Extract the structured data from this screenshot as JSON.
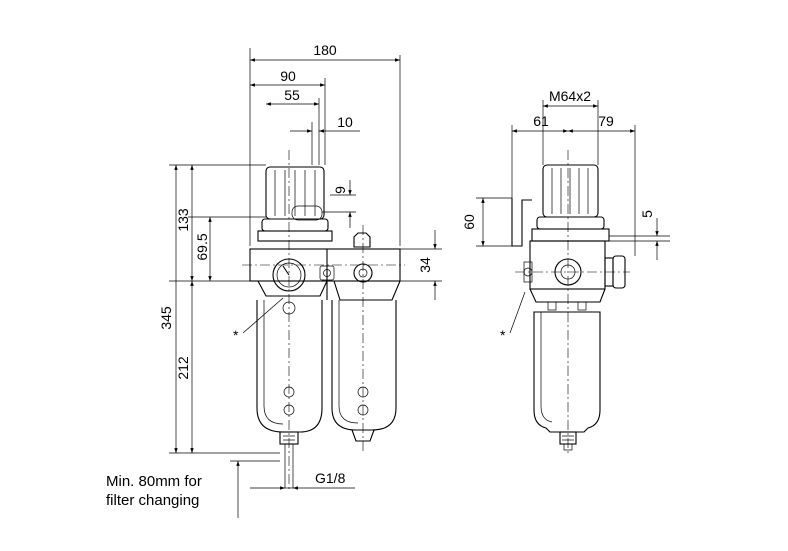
{
  "front_view": {
    "dim_width_overall": "180",
    "dim_width_regulator": "90",
    "dim_knob_offset": "55",
    "dim_gauge_offset": "10",
    "dim_height_top": "133",
    "dim_height_port": "69.5",
    "dim_height_total": "345",
    "dim_height_bowl": "212",
    "dim_knob_step": "9",
    "dim_block_height": "34",
    "port_thread": "G1/8",
    "marker": "*"
  },
  "side_view": {
    "thread": "M64x2",
    "dim_left": "61",
    "dim_right": "79",
    "dim_bracket": "60",
    "dim_step": "5",
    "marker": "*"
  },
  "note": {
    "line1": "Min. 80mm for",
    "line2": "filter changing"
  }
}
